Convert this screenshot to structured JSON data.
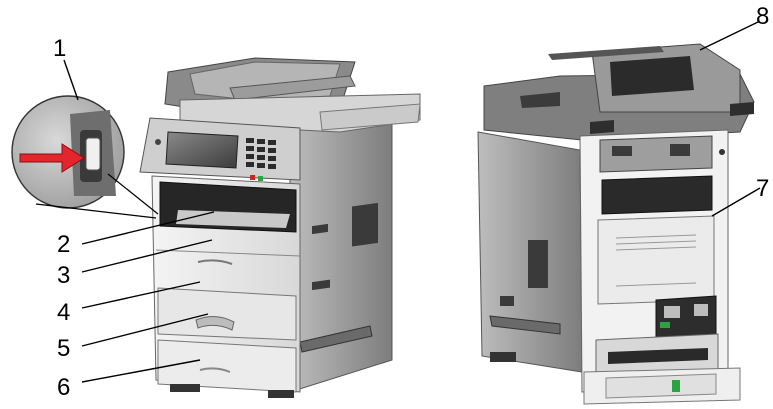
{
  "callouts": [
    {
      "id": "1",
      "label": "1"
    },
    {
      "id": "2",
      "label": "2"
    },
    {
      "id": "3",
      "label": "3"
    },
    {
      "id": "4",
      "label": "4"
    },
    {
      "id": "5",
      "label": "5"
    },
    {
      "id": "6",
      "label": "6"
    },
    {
      "id": "7",
      "label": "7"
    },
    {
      "id": "8",
      "label": "8"
    }
  ],
  "colors": {
    "body_light": "#e9e9e9",
    "body_mid": "#cfcfcf",
    "body_dark": "#5a5a5a",
    "panel_black": "#222222",
    "arrow_red": "#e3262b"
  }
}
